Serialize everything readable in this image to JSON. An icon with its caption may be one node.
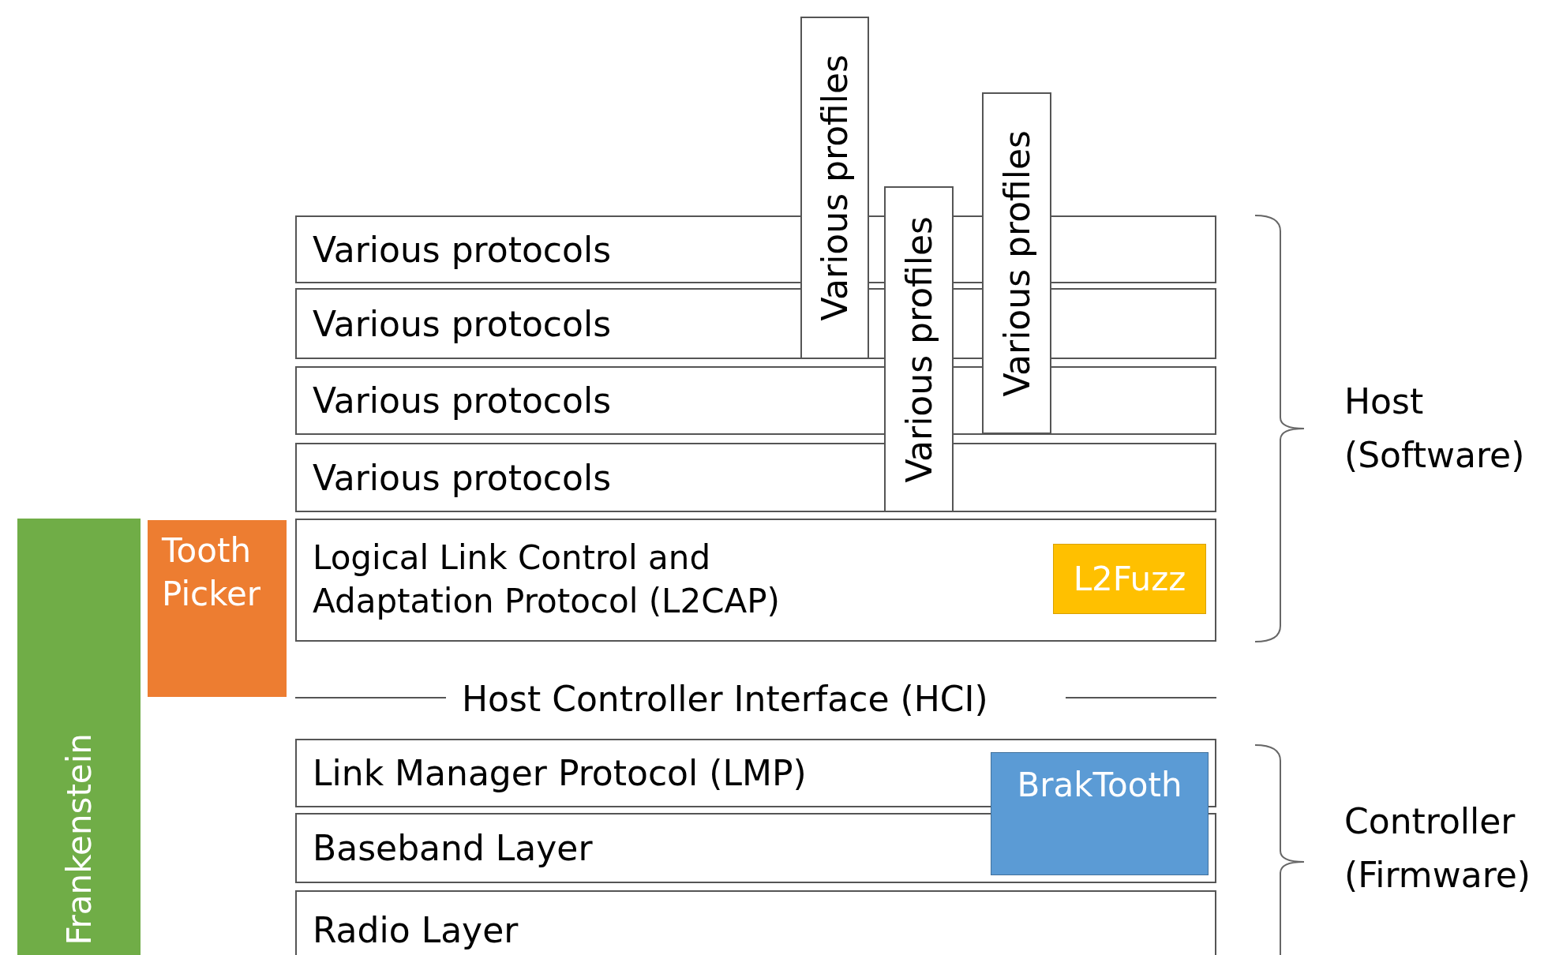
{
  "diagram": {
    "nodes": [
      {
        "text": [
          "Various protocols"
        ]
      },
      {
        "text": [
          "Various protocols"
        ]
      },
      {
        "text": [
          "Various protocols"
        ]
      },
      {
        "text": [
          "Various protocols"
        ]
      },
      {
        "text": [
          "Various profiles"
        ]
      },
      {
        "text": [
          "Various profiles"
        ]
      },
      {
        "text": [
          "Various profiles"
        ]
      },
      {
        "text": [
          "Logical Link Control and Adaptation Protocol (L2CAP)"
        ]
      },
      {
        "text": [
          "L2Fuzz"
        ],
        "in": 7
      },
      {
        "text": [
          "Tooth Picker"
        ]
      },
      {
        "text": [
          "Frankenstein"
        ]
      },
      {
        "text": [
          "Link Manager Protocol (LMP)"
        ]
      },
      {
        "text": [
          "Baseband Layer"
        ]
      },
      {
        "text": [
          "Radio Layer"
        ]
      },
      {
        "text": [
          "BrakTooth"
        ]
      }
    ],
    "labels": [
      "Host Controller Interface (HCI)",
      "Host (Software)",
      "Controller (Firmware)"
    ]
  }
}
